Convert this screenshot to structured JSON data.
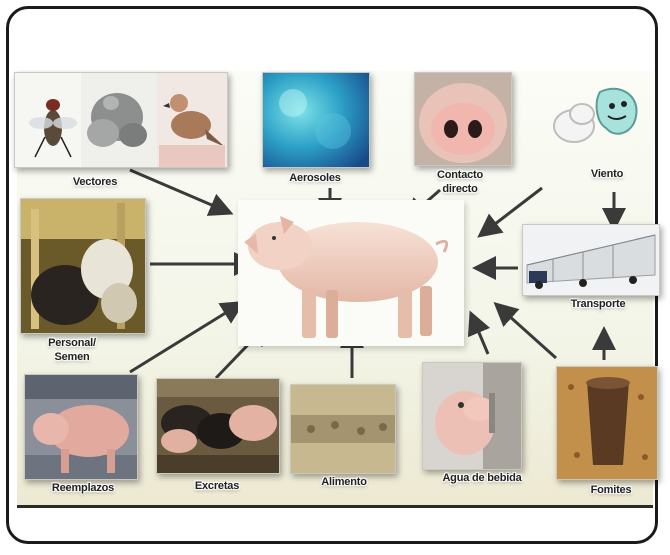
{
  "labels": {
    "vectores": "Vectores",
    "aerosoles": "Aerosoles",
    "contacto_line1": "Contacto",
    "contacto_line2": "directo",
    "viento": "Viento",
    "personal_line1": "Personal/",
    "personal_line2": "Semen",
    "transporte": "Transporte",
    "reemplazos": "Reemplazos",
    "excretas": "Excretas",
    "alimento": "Alimento",
    "agua": "Agua de bebida",
    "fomites": "Fomites"
  },
  "colors": {
    "arrow": "#3a3a3a",
    "frame": "#1a1a1a",
    "pig": "#f2d2c4"
  }
}
